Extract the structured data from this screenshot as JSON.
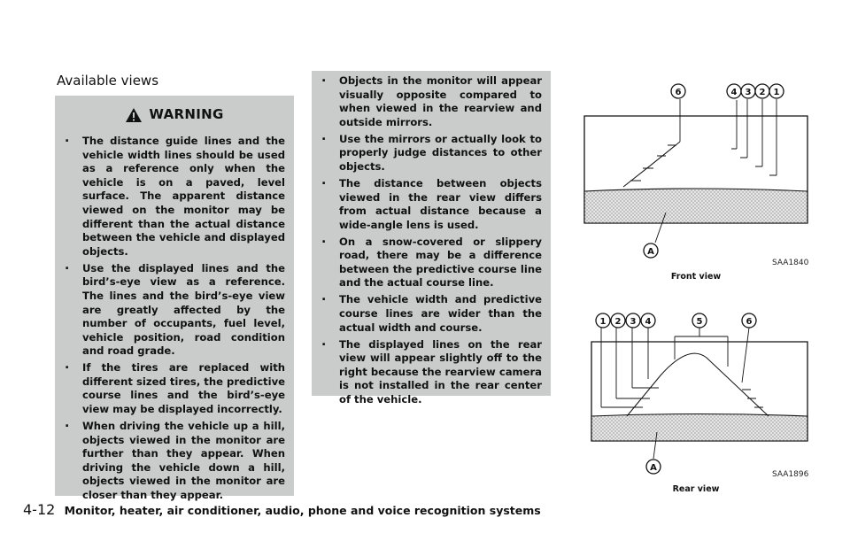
{
  "heading": "Available views",
  "warning_title": "WARNING",
  "left_items": [
    "The distance guide lines and the vehicle width lines should be used as a reference only when the vehicle is on a paved, level surface. The apparent distance viewed on the monitor may be different than the actual distance between the vehicle and displayed objects.",
    "Use the displayed lines and the bird’s-eye view as a reference. The lines and the bird’s-eye view are greatly affected by the number of occupants, fuel level, vehicle position, road condition and road grade.",
    "If the tires are replaced with different sized tires, the predictive course lines and the bird’s-eye view may be displayed incorrectly.",
    "When driving the vehicle up a hill, objects viewed in the monitor are further than they appear. When driving the vehicle down a hill, objects viewed in the monitor are closer than they appear."
  ],
  "right_items": [
    "Objects in the monitor will appear visually opposite compared to when viewed in the rearview and outside mirrors.",
    "Use the mirrors or actually look to properly judge distances to other objects.",
    "The distance between objects viewed in the rear view differs from actual distance because a wide-angle lens is used.",
    "On a snow-covered or slippery road, there may be a difference between the predictive course line and the actual course line.",
    "The vehicle width and predictive course lines are wider than the actual width and course.",
    "The displayed lines on the rear view will appear slightly off to the right because the rearview camera is not installed in the rear center of the vehicle."
  ],
  "figures": {
    "front": {
      "code": "SAA1840",
      "caption": "Front view",
      "callouts": [
        "6",
        "4",
        "3",
        "2",
        "1",
        "A"
      ]
    },
    "rear": {
      "code": "SAA1896",
      "caption": "Rear view",
      "callouts": [
        "1",
        "2",
        "3",
        "4",
        "5",
        "6",
        "A"
      ]
    }
  },
  "footer": {
    "page": "4-12",
    "title": "Monitor, heater, air conditioner, audio, phone and voice recognition systems"
  }
}
